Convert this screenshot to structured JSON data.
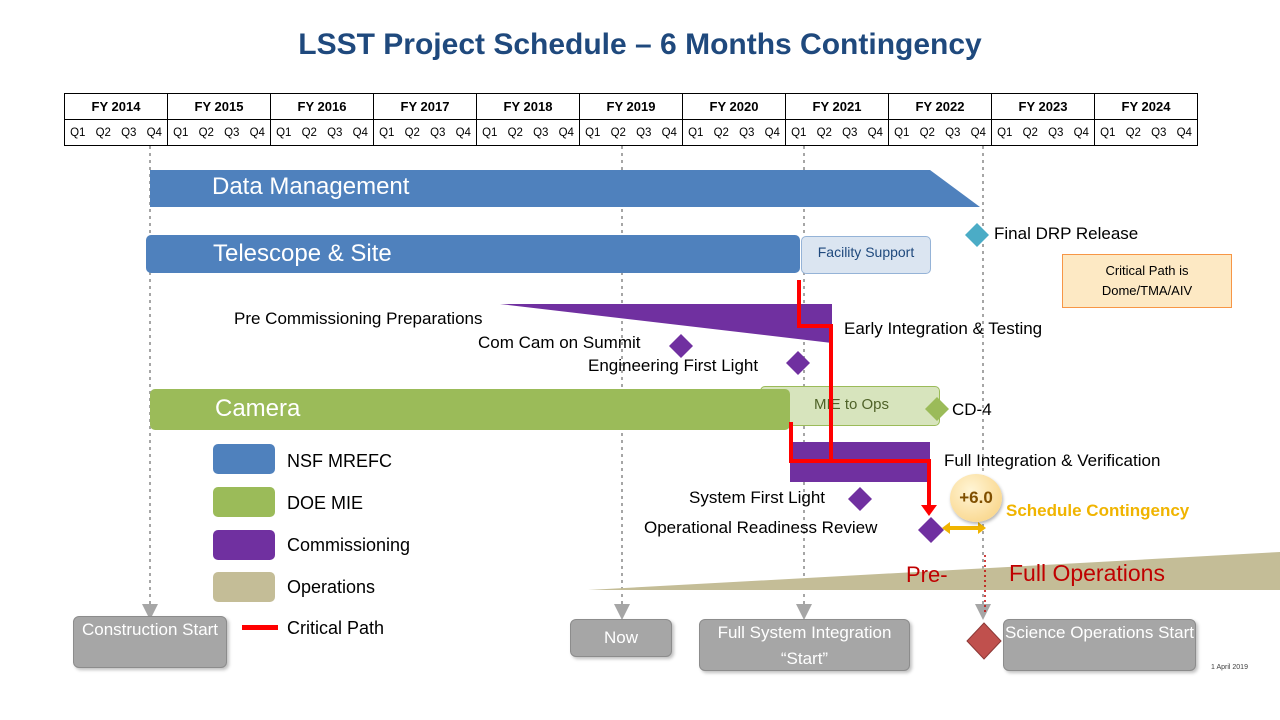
{
  "title": "LSST Project Schedule – 6 Months Contingency",
  "timeline": {
    "years": [
      "FY 2014",
      "FY 2015",
      "FY 2016",
      "FY 2017",
      "FY 2018",
      "FY 2019",
      "FY 2020",
      "FY 2021",
      "FY 2022",
      "FY 2023",
      "FY 2024"
    ],
    "quarters": [
      "Q1",
      "Q2",
      "Q3",
      "Q4"
    ]
  },
  "bars": {
    "data_management": "Data Management",
    "telescope_site": "Telescope & Site",
    "facility_support": "Facility Support",
    "camera": "Camera",
    "mie_to_ops": "MIE to Ops"
  },
  "milestones": {
    "final_drp": "Final DRP Release",
    "pre_commissioning": "Pre Commissioning Preparations",
    "early_integration": "Early Integration & Testing",
    "com_cam": "Com Cam on Summit",
    "engineering_first_light": "Engineering First Light",
    "cd4": "CD-4",
    "full_integration": "Full Integration & Verification",
    "system_first_light": "System First Light",
    "orr": "Operational Readiness Review",
    "contingency_value": "+6.0",
    "contingency_label": "Schedule Contingency",
    "pre_ops": "Pre-",
    "full_ops": "Full Operations"
  },
  "critical_path_note": "Critical Path is Dome/TMA/AIV",
  "legend": [
    {
      "label": "NSF MREFC",
      "color": "#4f81bd"
    },
    {
      "label": "DOE MIE",
      "color": "#9bbb59"
    },
    {
      "label": "Commissioning",
      "color": "#7030a0"
    },
    {
      "label": "Operations",
      "color": "#c4bd97"
    },
    {
      "label": "Critical Path",
      "color": "#ff0000"
    }
  ],
  "bottom_boxes": {
    "construction_start": "Construction Start",
    "now": "Now",
    "full_system": "Full System Integration “Start”",
    "science_ops": "Science Operations Start"
  },
  "date_stamp": "1 April 2019"
}
